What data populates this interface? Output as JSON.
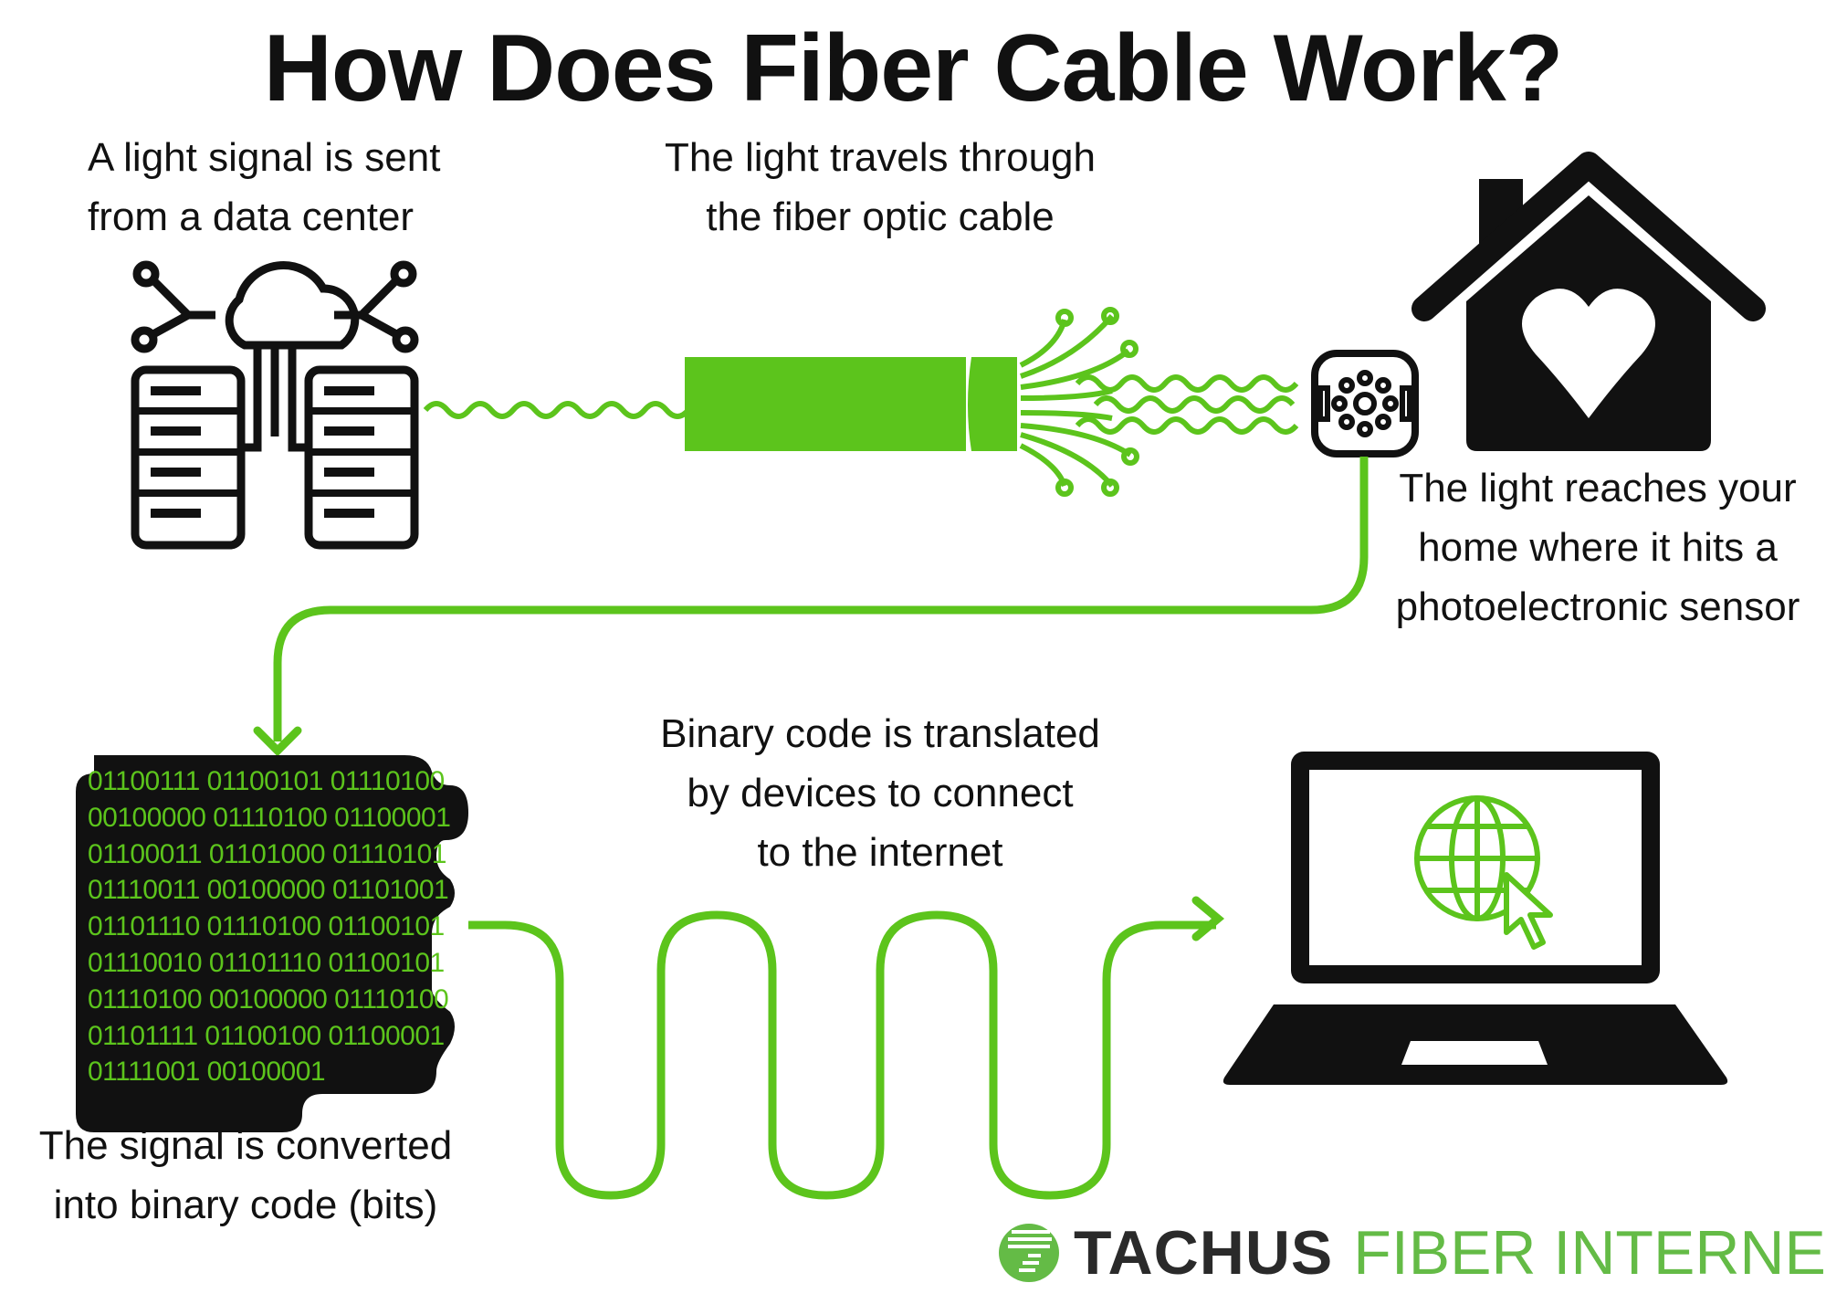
{
  "title": "How Does Fiber Cable Work?",
  "steps": {
    "sent": [
      "A light signal is sent",
      "from a data center"
    ],
    "travels": [
      "The light travels through",
      "the fiber optic cable"
    ],
    "reaches": [
      "The light reaches your",
      "home where it hits a",
      "photoelectronic sensor"
    ],
    "converted": [
      "The signal is converted",
      "into binary code (bits)"
    ],
    "translated": [
      "Binary code is translated",
      "by devices to connect",
      "to the internet"
    ]
  },
  "binary_lines": [
    "01100111 01100101 01110100",
    "00100000 01110100 01100001",
    "01100011 01101000 01110101",
    "01110011 00100000 01101001",
    "01101110 01110100 01100101",
    "01110010 01101110 01100101",
    "01110100 00100000 01110100",
    "01101111 01100100 01100001",
    "01111001 00100001"
  ],
  "logo": {
    "brand": "TACHUS",
    "tagline": "FIBER INTERNET"
  },
  "icons": [
    "server-cloud-icon",
    "fiber-cable-icon",
    "sensor-icon",
    "house-heart-icon",
    "laptop-globe-icon"
  ],
  "colors": {
    "green": "#5cc41c",
    "black": "#111111",
    "logo_green": "#64bb46"
  }
}
